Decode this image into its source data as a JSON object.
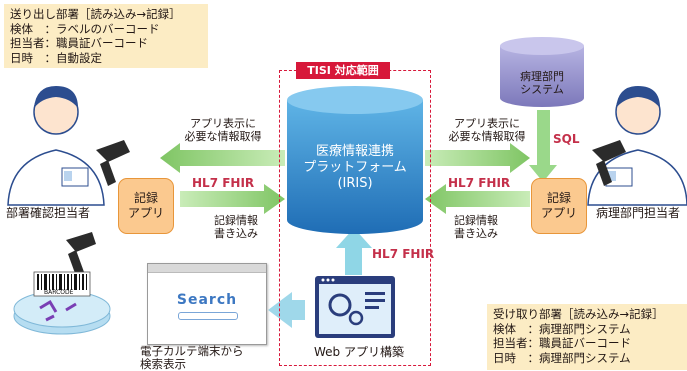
{
  "note_sender": {
    "lines": [
      "送り出し部署［読み込み→記録］",
      "検体　：ラベルのバーコード",
      "担当者：職員証バーコード",
      "日時　：自動設定"
    ]
  },
  "note_receiver": {
    "lines": [
      "受け取り部署［読み込み→記録］",
      "検体　：病理部門システム",
      "担当者：職員証バーコード",
      "日時　：病理部門システム"
    ]
  },
  "tisi_label": "TISI 対応範囲",
  "platform": {
    "lines": [
      "医療情報連携",
      "プラットフォーム",
      "(IRIS)"
    ]
  },
  "pathology_system": {
    "lines": [
      "病理部門",
      "システム"
    ]
  },
  "sql_label": "SQL",
  "left_fetch": {
    "lines": [
      "アプリ表示に",
      "必要な情報取得"
    ]
  },
  "left_write": {
    "lines": [
      "記録情報",
      "書き込み"
    ]
  },
  "right_fetch": {
    "lines": [
      "アプリ表示に",
      "必要な情報取得"
    ]
  },
  "right_write": {
    "lines": [
      "記録情報",
      "書き込み"
    ]
  },
  "hl7_left": "HL7 FHIR",
  "hl7_right": "HL7 FHIR",
  "hl7_bottom": "HL7 FHIR",
  "left_app": {
    "lines": [
      "記録",
      "アプリ"
    ]
  },
  "right_app": {
    "lines": [
      "記録",
      "アプリ"
    ]
  },
  "left_person": "部署確認担当者",
  "right_person": "病理部門担当者",
  "webapp_label": "Web アプリ構築",
  "browser_search": "Search",
  "browser_caption": {
    "lines": [
      "電子カルテ端末から",
      "検索表示"
    ]
  },
  "barcode_text": "BARCODE",
  "colors": {
    "accent_red": "#d7183a",
    "fhir_red": "#c4304a",
    "arrow_green": "#8fcf7a",
    "arrow_blue": "#7fcfe0",
    "platform_blue": "#2e7fc4",
    "pathology_purple": "#8b87c6",
    "note_bg": "#fcecc4",
    "app_orange": "#fbc98f"
  }
}
